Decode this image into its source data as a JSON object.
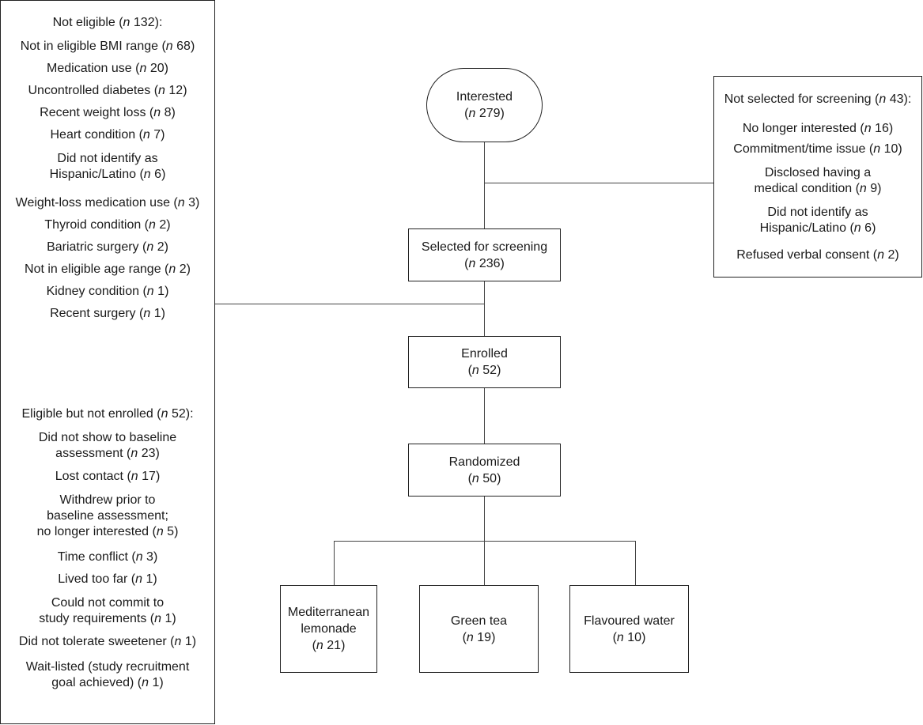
{
  "main": {
    "interested": {
      "label": "Interested",
      "count": "279"
    },
    "selected": {
      "label": "Selected for screening",
      "count": "236"
    },
    "enrolled": {
      "label": "Enrolled",
      "count": "52"
    },
    "randomized": {
      "label": "Randomized",
      "count": "50"
    }
  },
  "arms": [
    {
      "label": "Mediterranean\nlemonade",
      "count": "21"
    },
    {
      "label": "Green tea",
      "count": "19"
    },
    {
      "label": "Flavoured water",
      "count": "10"
    }
  ],
  "not_eligible": {
    "header": "Not eligible",
    "count": "132",
    "items": [
      {
        "label": "Not in eligible BMI range",
        "count": "68"
      },
      {
        "label": "Medication use",
        "count": "20"
      },
      {
        "label": "Uncontrolled diabetes",
        "count": "12"
      },
      {
        "label": "Recent weight loss",
        "count": "8"
      },
      {
        "label": "Heart condition",
        "count": "7"
      },
      {
        "label": "Did not identify as\nHispanic/Latino",
        "count": "6"
      },
      {
        "label": "Weight-loss medication use",
        "count": "3"
      },
      {
        "label": "Thyroid condition",
        "count": "2"
      },
      {
        "label": "Bariatric surgery",
        "count": "2"
      },
      {
        "label": "Not in eligible age range",
        "count": "2"
      },
      {
        "label": "Kidney condition",
        "count": "1"
      },
      {
        "label": "Recent surgery",
        "count": "1"
      }
    ]
  },
  "eligible_not_enrolled": {
    "header": "Eligible but not enrolled",
    "count": "52",
    "items": [
      {
        "label": "Did not show to baseline\nassessment",
        "count": "23"
      },
      {
        "label": "Lost contact",
        "count": "17"
      },
      {
        "label": "Withdrew prior to\nbaseline assessment;\nno longer interested",
        "count": "5"
      },
      {
        "label": "Time conflict",
        "count": "3"
      },
      {
        "label": "Lived too far",
        "count": "1"
      },
      {
        "label": "Could not commit to\nstudy requirements",
        "count": "1"
      },
      {
        "label": "Did not tolerate sweetener",
        "count": "1"
      },
      {
        "label": "Wait-listed (study recruitment\ngoal achieved)",
        "count": "1"
      }
    ]
  },
  "not_selected": {
    "header": "Not selected for screening",
    "count": "43",
    "items": [
      {
        "label": "No longer interested",
        "count": "16"
      },
      {
        "label": "Commitment/time issue",
        "count": "10"
      },
      {
        "label": "Disclosed having a\nmedical condition",
        "count": "9"
      },
      {
        "label": "Did not identify as\nHispanic/Latino",
        "count": "6"
      },
      {
        "label": "Refused verbal consent",
        "count": "2"
      }
    ]
  }
}
